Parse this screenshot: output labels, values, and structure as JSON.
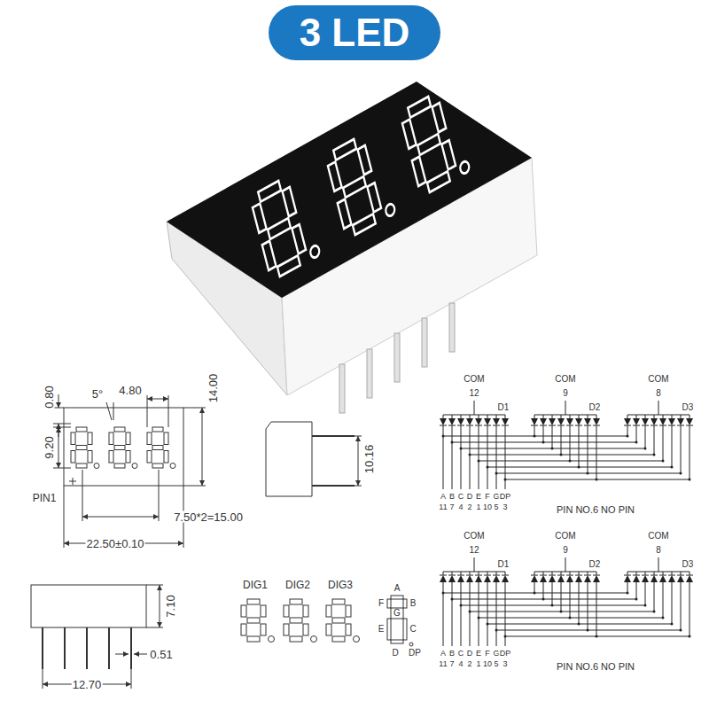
{
  "diagram": {
    "title": "3 LED",
    "labels": [
      "0.80",
      "5°",
      "4.80",
      "14.00",
      "9.20",
      "PIN1",
      "7.50*2=15.00",
      "22.50±0.10",
      "10.16",
      "7.10",
      "0.51",
      "12.70",
      "DIG1",
      "DIG2",
      "DIG3",
      "A",
      "F",
      "G",
      "B",
      "E",
      "C",
      "D",
      "DP",
      "COM",
      "12",
      "D1",
      "COM",
      "9",
      "D2",
      "COM",
      "8",
      "D3",
      "A",
      "B",
      "C",
      "D",
      "E",
      "F",
      "G",
      "DP",
      "11",
      "7",
      "4",
      "2",
      "1",
      "10",
      "5",
      "3",
      "PIN NO.6 NO PIN",
      "COM",
      "12",
      "D1",
      "COM",
      "9",
      "D2",
      "COM",
      "8",
      "D3",
      "A",
      "B",
      "C",
      "D",
      "E",
      "F",
      "G",
      "DP",
      "11",
      "7",
      "4",
      "2",
      "1",
      "10",
      "5",
      "3",
      "PIN NO.6 NO PIN"
    ]
  }
}
